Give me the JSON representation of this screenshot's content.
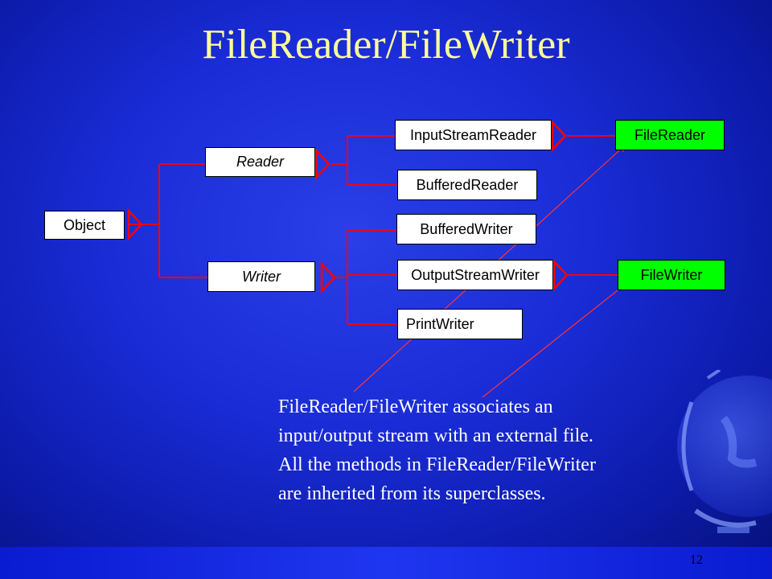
{
  "slide": {
    "title": "FileReader/FileWriter",
    "page_number": "12"
  },
  "diagram": {
    "nodes": {
      "object": "Object",
      "reader": "Reader",
      "writer": "Writer",
      "input_stream_reader": "InputStreamReader",
      "buffered_reader": "BufferedReader",
      "buffered_writer": "BufferedWriter",
      "output_stream_writer": "OutputStreamWriter",
      "print_writer": "PrintWriter",
      "file_reader": "FileReader",
      "file_writer": "FileWriter"
    },
    "colors": {
      "connector": "#ff0000",
      "highlight_box": "#00ff00",
      "title": "#ffff99"
    }
  },
  "note": {
    "lines": [
      "FileReader/FileWriter associates an",
      "input/output stream with an external file.",
      "All the methods in FileReader/FileWriter",
      "are inherited from its superclasses."
    ]
  }
}
